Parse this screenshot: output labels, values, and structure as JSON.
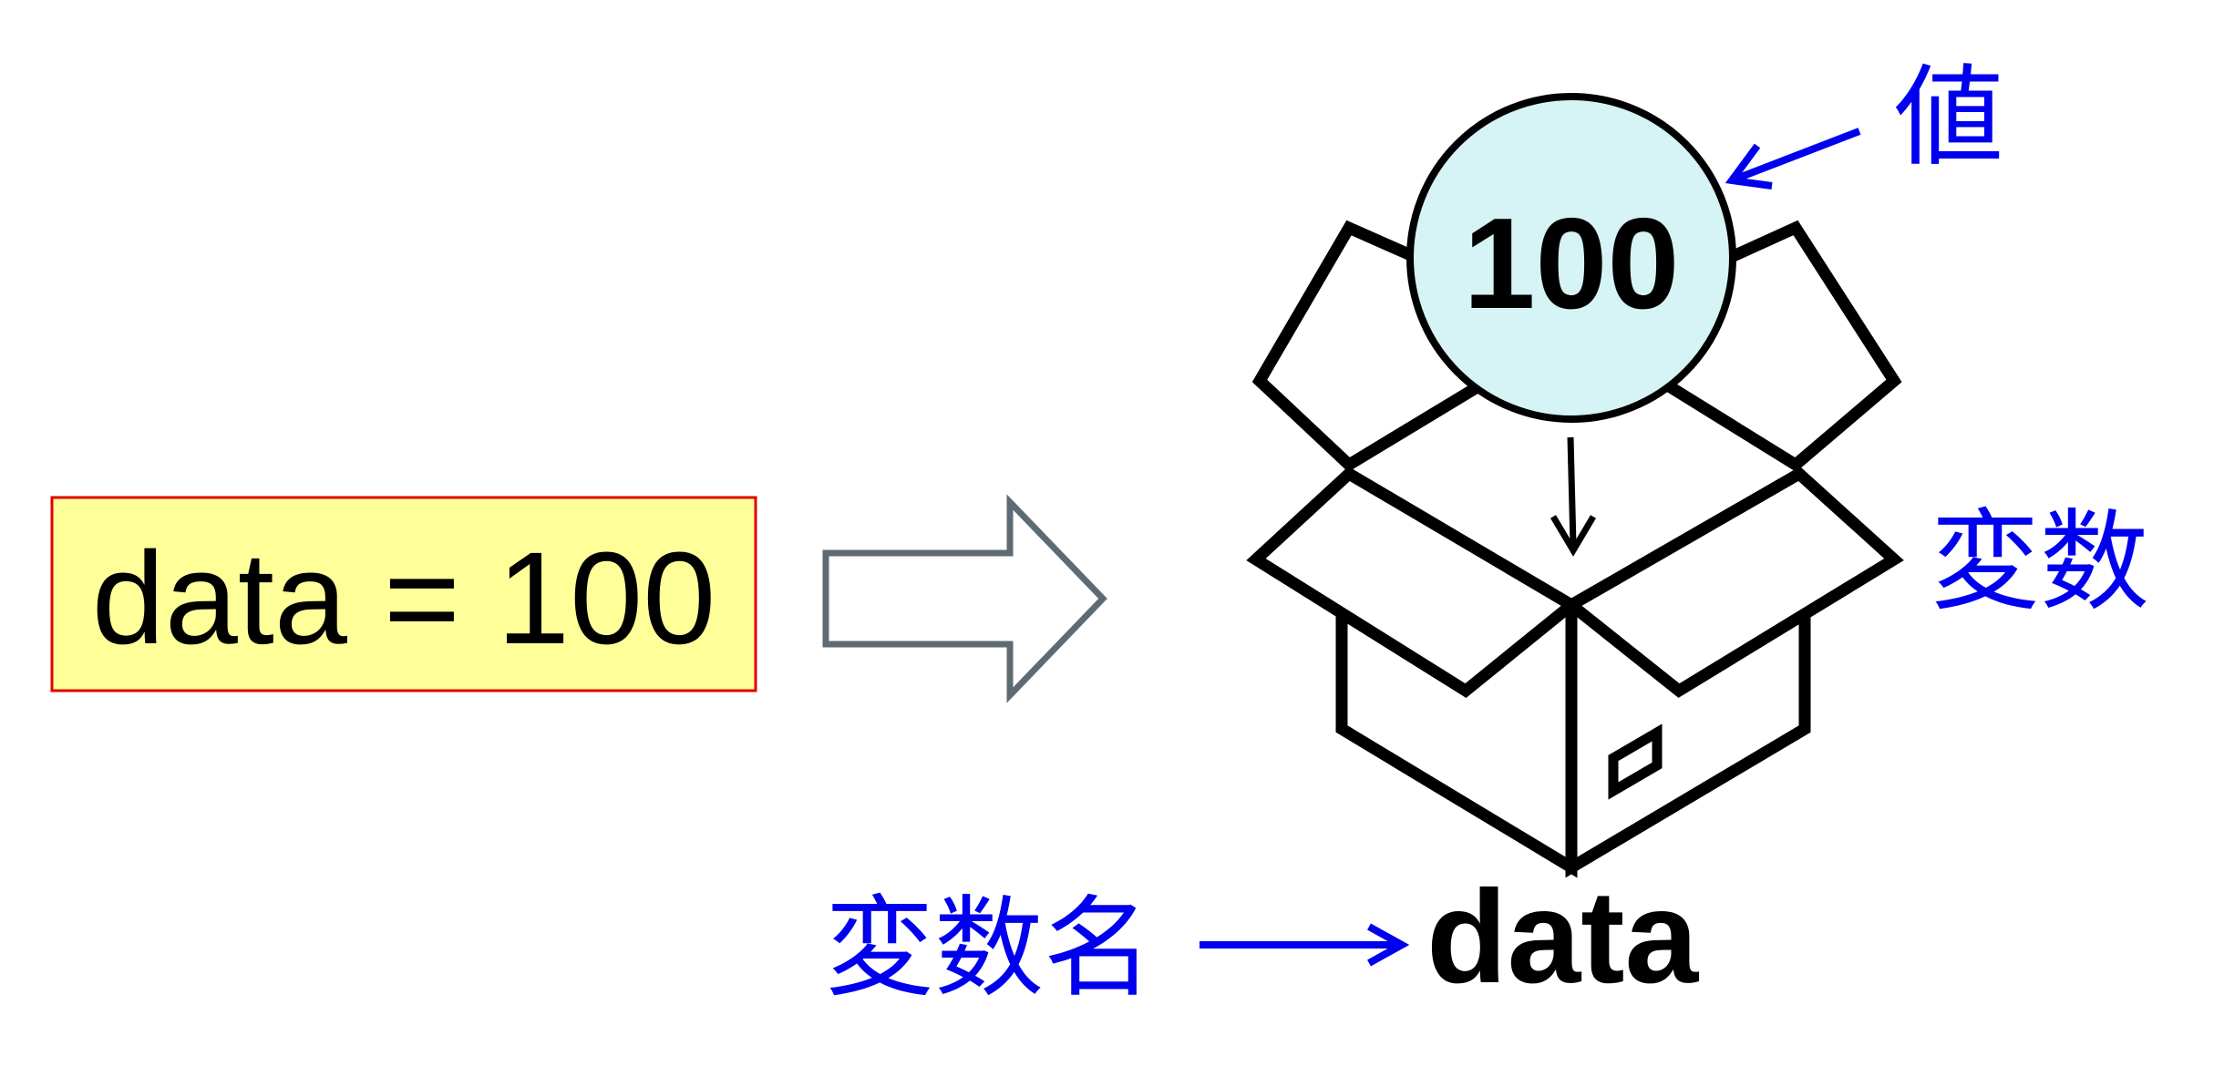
{
  "code_box": {
    "text": "data = 100",
    "fill_color": "#ffff99",
    "border_color": "#e00000"
  },
  "transform_arrow": {
    "icon": "hollow-right-arrow-icon",
    "stroke_color": "#5f6b73"
  },
  "box_diagram": {
    "icon": "open-cardboard-box-icon",
    "value": "100",
    "value_fill_color": "#d6f3f5",
    "variable_name": "data"
  },
  "labels": {
    "value_label": "値",
    "variable_label": "変数",
    "variable_name_label": "変数名",
    "label_color": "#0000ee"
  }
}
